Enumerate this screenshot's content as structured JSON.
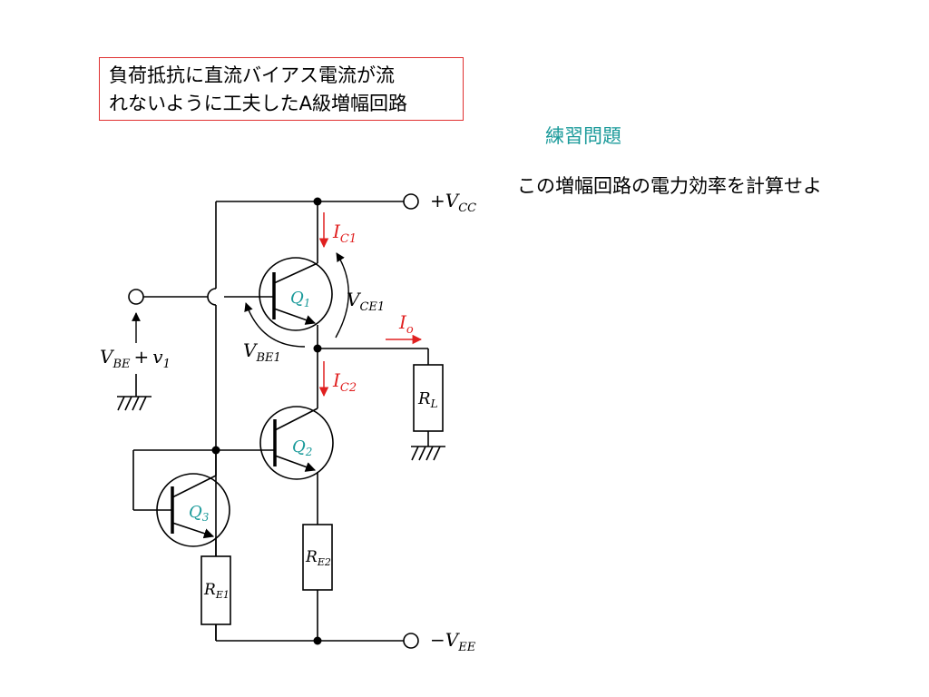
{
  "title_box": {
    "line1": "負荷抵抗に直流バイアス電流が流",
    "line2": "れないように工夫したA級増幅回路"
  },
  "exercise": {
    "title": "練習問題",
    "question": "この増幅回路の電力効率を計算せよ"
  },
  "circuit": {
    "vcc": {
      "sign": "+",
      "main": "V",
      "sub": "CC"
    },
    "vee": {
      "sign": "−",
      "main": "V",
      "sub": "EE"
    },
    "input": {
      "main1": "V",
      "sub1": "BE",
      "plus": "+",
      "main2": "v",
      "sub2": "1"
    },
    "ic1": {
      "main": "I",
      "sub": "C1"
    },
    "ic2": {
      "main": "I",
      "sub": "C2"
    },
    "io": {
      "main": "I",
      "sub": "o"
    },
    "vce1": {
      "main": "V",
      "sub": "CE1"
    },
    "vbe1": {
      "main": "V",
      "sub": "BE1"
    },
    "q1": {
      "main": "Q",
      "sub": "1"
    },
    "q2": {
      "main": "Q",
      "sub": "2"
    },
    "q3": {
      "main": "Q",
      "sub": "3"
    },
    "rl": {
      "main": "R",
      "sub": "L"
    },
    "re1": {
      "main": "R",
      "sub": "E1"
    },
    "re2": {
      "main": "R",
      "sub": "E2"
    }
  },
  "colors": {
    "title_border": "#e03030",
    "exercise": "#1a9a9a",
    "current_label": "#e02020",
    "transistor_label": "#1a9a9a",
    "wire": "#000000"
  }
}
